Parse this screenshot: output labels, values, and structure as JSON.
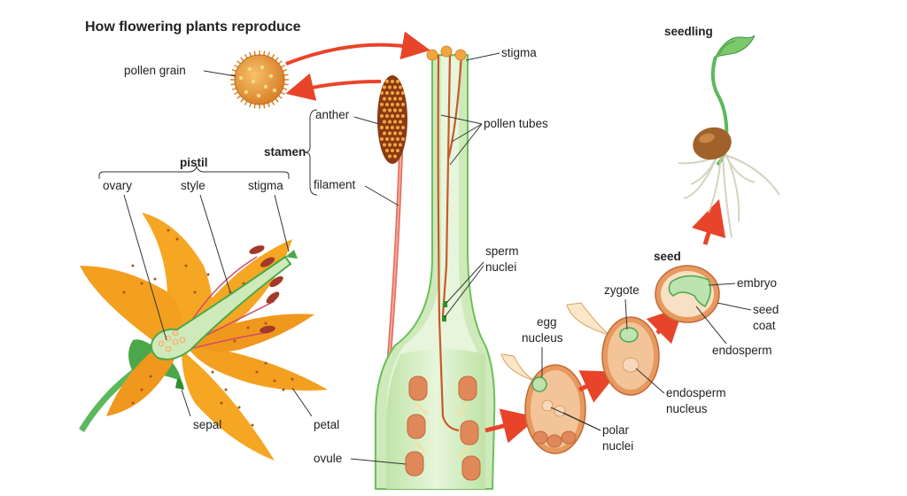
{
  "title": "How flowering plants reproduce",
  "labels": {
    "pollen_grain": "pollen grain",
    "stigma_top": "stigma",
    "pollen_tubes": "pollen tubes",
    "anther": "anther",
    "stamen": "stamen",
    "filament": "filament",
    "pistil": "pistil",
    "ovary": "ovary",
    "style": "style",
    "stigma_flower": "stigma",
    "sperm": "sperm",
    "nuclei": "nuclei",
    "sepal": "sepal",
    "petal": "petal",
    "ovule": "ovule",
    "egg": "egg",
    "nucleus": "nucleus",
    "polar": "polar",
    "polar_nuclei": "nuclei",
    "zygote": "zygote",
    "endosperm_nucleus_1": "endosperm",
    "endosperm_nucleus_2": "nucleus",
    "seed": "seed",
    "embryo": "embryo",
    "seed_coat_1": "seed",
    "seed_coat_2": "coat",
    "endosperm": "endosperm",
    "seedling": "seedling"
  },
  "colors": {
    "petal": "#f5a623",
    "petal_dark": "#e08a12",
    "stem_green": "#5cb85c",
    "pale_green": "#d9f0c8",
    "pollen": "#e89c3a",
    "anther_dark": "#8a3a12",
    "pollen_tube": "#c85a2a",
    "ovule": "#e0885a",
    "arrow_red": "#e8442a",
    "seed_brown": "#a0622a"
  },
  "icons": [
    "flow-arrow-icon"
  ]
}
